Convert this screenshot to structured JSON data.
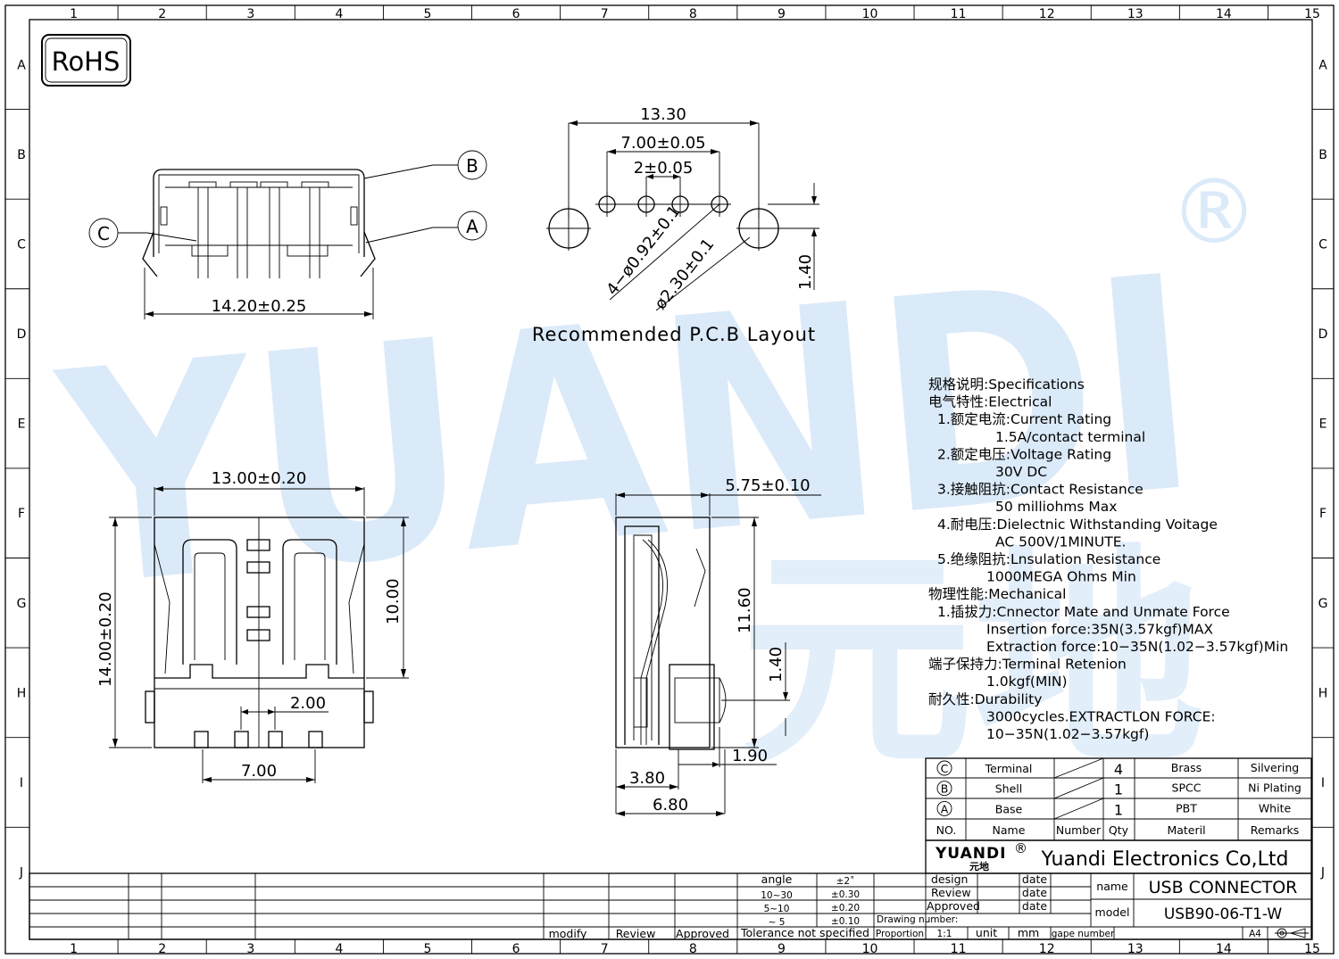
{
  "frame": {
    "columns": [
      "1",
      "2",
      "3",
      "4",
      "5",
      "6",
      "7",
      "8",
      "9",
      "10",
      "11",
      "12",
      "13",
      "14",
      "15"
    ],
    "rows": [
      "A",
      "B",
      "C",
      "D",
      "E",
      "F",
      "G",
      "H",
      "I",
      "J"
    ]
  },
  "logo": {
    "rohs": "RoHS",
    "watermark": "YUANDI",
    "watermark_cn": "元地",
    "registered": "®"
  },
  "pcb": {
    "title": "Recommended P.C.B Layout",
    "dims": {
      "overall": "13.30",
      "pin_span": "7.00±0.05",
      "pitch": "2±0.05",
      "small_hole": "4−ø0.92±0.1",
      "large_hole": "ø2.30±0.1",
      "offset": "1.40"
    }
  },
  "front_view": {
    "width": "14.20±0.25",
    "callouts": [
      "B",
      "A",
      "C"
    ]
  },
  "bottom_view": {
    "width": "13.00±0.20",
    "height": "14.00±0.20",
    "inner": "10.00",
    "pitch": "2.00",
    "span": "7.00"
  },
  "side_view": {
    "depth": "5.75±0.10",
    "height": "11.60",
    "pin_offset": "1.40",
    "pin": "1.90",
    "base": "3.80",
    "total": "6.80"
  },
  "specs": [
    {
      "text": "规格说明:Specifications",
      "indent": 0
    },
    {
      "text": "电气特性:Electrical",
      "indent": 0
    },
    {
      "text": "1.额定电流:Current  Rating",
      "indent": 1
    },
    {
      "text": "1.5A/contact  terminal",
      "indent": 3
    },
    {
      "text": "2.额定电压:Voltage  Rating",
      "indent": 1
    },
    {
      "text": "30V  DC",
      "indent": 3
    },
    {
      "text": "3.接触阻抗:Contact  Resistance",
      "indent": 1
    },
    {
      "text": "50  milliohms  Max",
      "indent": 3
    },
    {
      "text": "4.耐电压:Dielectnic  Withstanding  Voitage",
      "indent": 1
    },
    {
      "text": "AC  500V/1MINUTE.",
      "indent": 3
    },
    {
      "text": "5.绝缘阻抗:Lnsulation  Resistance",
      "indent": 1
    },
    {
      "text": "1000MEGA  Ohms  Min",
      "indent": 2
    },
    {
      "text": "物理性能:Mechanical",
      "indent": 0
    },
    {
      "text": "1.插拔力:Cnnector  Mate  and  Unmate  Force",
      "indent": 1
    },
    {
      "text": "Insertion  force:35N(3.57kgf)MAX",
      "indent": 2
    },
    {
      "text": "Extraction  force:10−35N(1.02−3.57kgf)Min",
      "indent": 2
    },
    {
      "text": "端子保持力:Terminal  Retenion",
      "indent": 0
    },
    {
      "text": "1.0kgf(MIN)",
      "indent": 2
    },
    {
      "text": "耐久性:Durability",
      "indent": 0
    },
    {
      "text": "3000cycles.EXTRACTLON  FORCE:",
      "indent": 2
    },
    {
      "text": "10−35N(1.02−3.57kgf)",
      "indent": 2
    }
  ],
  "bom": {
    "rows": [
      {
        "no": "C",
        "name": "Terminal",
        "qty": "4",
        "material": "Brass",
        "remarks": "Silvering"
      },
      {
        "no": "B",
        "name": "Shell",
        "qty": "1",
        "material": "SPCC",
        "remarks": "Ni  Plating"
      },
      {
        "no": "A",
        "name": "Base",
        "qty": "1",
        "material": "PBT",
        "remarks": "White"
      }
    ],
    "header": {
      "no": "NO.",
      "name": "Name",
      "number": "Number",
      "qty": "Qty",
      "material": "Materil",
      "remarks": "Remarks"
    }
  },
  "title_block": {
    "company": "Yuandi Electronics Co,Ltd",
    "brand": "YUANDI",
    "brand_cn": "元地",
    "name_label": "name",
    "name_value": "USB  CONNECTOR",
    "model_label": "model",
    "model_value": "USB90-06-T1-W",
    "design": "design",
    "review": "Review",
    "approved": "Approved",
    "date": "date",
    "drawing_number": "Drawing number:",
    "proportion": "Proportion",
    "scale": "1:1",
    "unit": "unit",
    "mm": "mm",
    "page_number": "gape number",
    "paper": "A4"
  },
  "tolerance": {
    "rows": [
      {
        "range": "angle",
        "value": "±2˚"
      },
      {
        "range": "10~30",
        "value": "±0.30"
      },
      {
        "range": "5~10",
        "value": "±0.20"
      },
      {
        "range": "~ 5",
        "value": "±0.10"
      }
    ],
    "label": "Tolerance  not  specified",
    "modify": "modify",
    "review": "Review",
    "approved": "Approved"
  }
}
